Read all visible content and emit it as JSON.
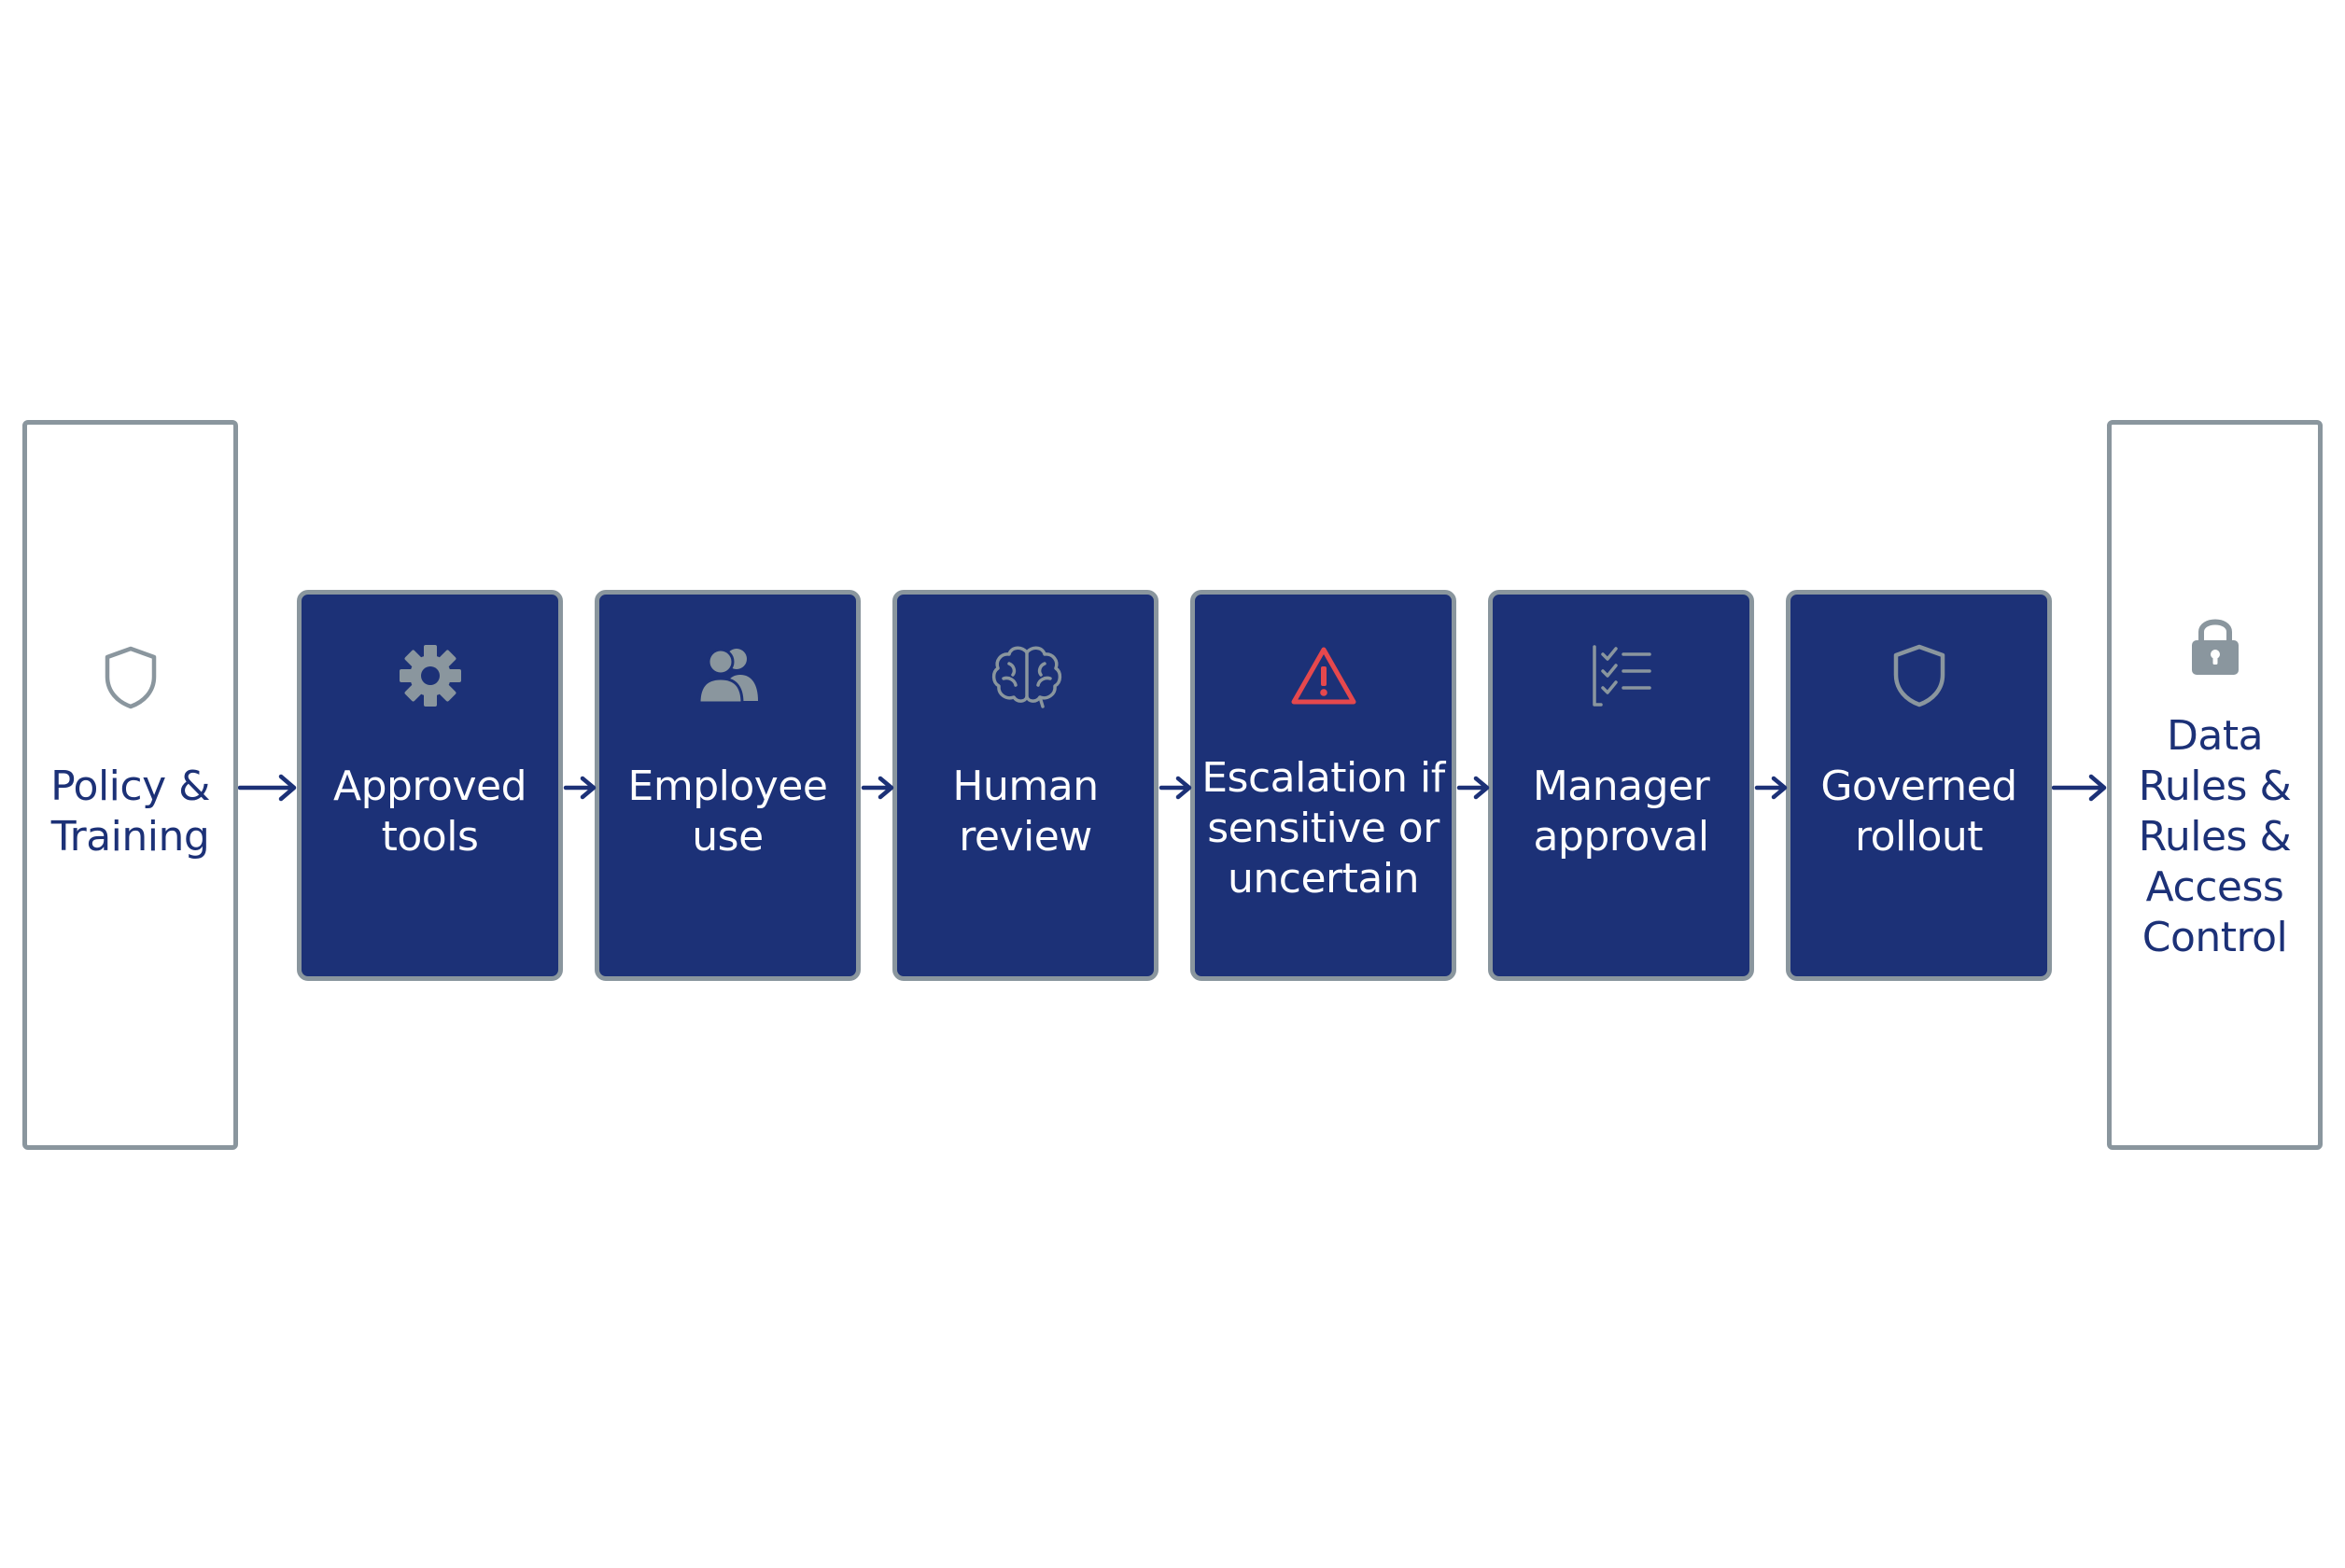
{
  "colors": {
    "step_fill": "#1c3177",
    "box_border": "#8a969e",
    "icon_gray": "#8a969e",
    "warning_red": "#e5484d",
    "arrow_color": "#1c3177",
    "side_text": "#1c3177"
  },
  "start": {
    "icon": "shield-icon",
    "label": "Policy &\nTraining"
  },
  "steps": [
    {
      "icon": "gear-icon",
      "label": "Approved\ntools"
    },
    {
      "icon": "users-icon",
      "label": "Employee\nuse"
    },
    {
      "icon": "brain-icon",
      "label": "Human\nreview"
    },
    {
      "icon": "warning-icon",
      "label": "Escalation if\nsensitive or\nuncertain"
    },
    {
      "icon": "checklist-icon",
      "label": "Manager\napproval"
    },
    {
      "icon": "shield-icon",
      "label": "Governed\nrollout"
    }
  ],
  "end": {
    "icon": "lock-icon",
    "label": "Data\nRules &\nRules &\nAccess\nControl"
  }
}
